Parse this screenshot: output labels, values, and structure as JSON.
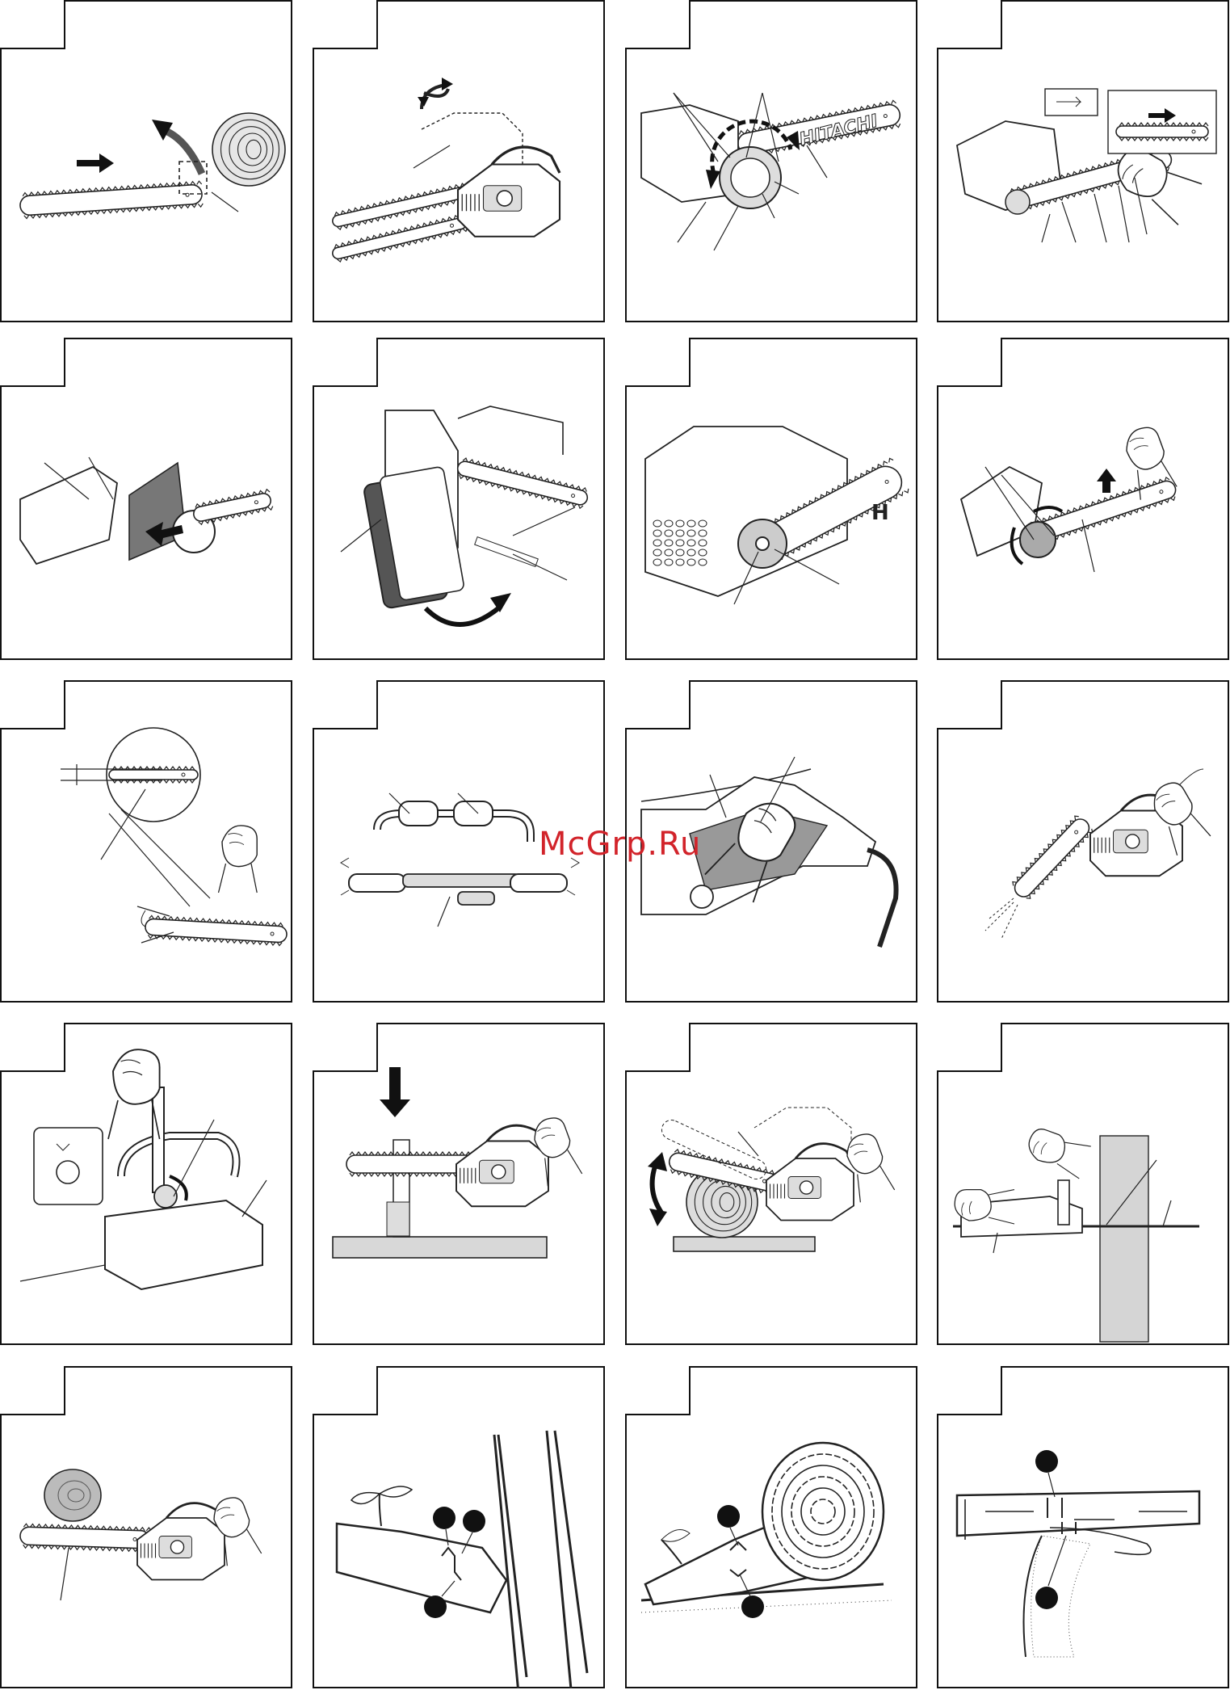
{
  "watermark": {
    "text": "McGrp.Ru"
  },
  "brand": {
    "saw_label": "HITACHI",
    "saw_label_short": "HITACHI"
  },
  "panels": [
    {
      "name": "fig-1",
      "subject": "chain-direction-and-cut"
    },
    {
      "name": "fig-2",
      "subject": "sprocket-cover-open"
    },
    {
      "name": "fig-3",
      "subject": "tension-knob-rotate"
    },
    {
      "name": "fig-4",
      "subject": "chain-install-direction"
    },
    {
      "name": "fig-5",
      "subject": "cover-removal"
    },
    {
      "name": "fig-6",
      "subject": "cover-side-view"
    },
    {
      "name": "fig-7",
      "subject": "sprocket-closeup"
    },
    {
      "name": "fig-8",
      "subject": "chain-tension-check"
    },
    {
      "name": "fig-9",
      "subject": "chain-sag-gap"
    },
    {
      "name": "fig-10",
      "subject": "cord-strain-relief"
    },
    {
      "name": "fig-11",
      "subject": "trigger-grip"
    },
    {
      "name": "fig-12",
      "subject": "oil-spray-check"
    },
    {
      "name": "fig-13",
      "subject": "oil-adjust-screw"
    },
    {
      "name": "fig-14",
      "subject": "cutting-from-above"
    },
    {
      "name": "fig-15",
      "subject": "log-cutting-pivot"
    },
    {
      "name": "fig-16",
      "subject": "felling-cut"
    },
    {
      "name": "fig-17",
      "subject": "kickback-zone"
    },
    {
      "name": "fig-18",
      "subject": "branch-undercut"
    },
    {
      "name": "fig-19",
      "subject": "log-on-ground-cut"
    },
    {
      "name": "fig-20",
      "subject": "supported-log-cut"
    }
  ]
}
